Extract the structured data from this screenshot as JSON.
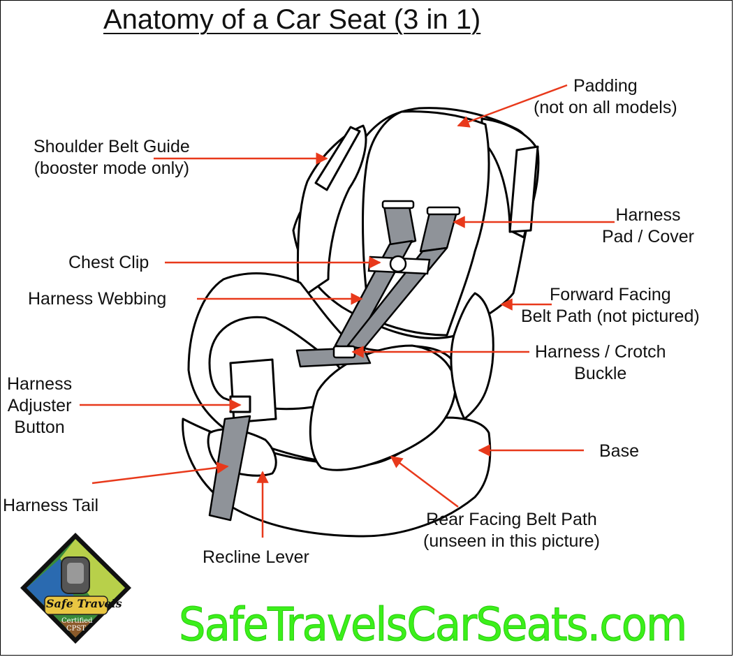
{
  "title": "Anatomy of a Car Seat (3 in 1)",
  "labels": {
    "padding": [
      "Padding",
      "(not on all models)"
    ],
    "shoulder_belt_guide": [
      "Shoulder Belt Guide",
      "(booster mode only)"
    ],
    "harness_pad": [
      "Harness",
      "Pad / Cover"
    ],
    "chest_clip": "Chest Clip",
    "harness_webbing": "Harness Webbing",
    "forward_facing": [
      "Forward Facing",
      "Belt Path (not pictured)"
    ],
    "harness_crotch": [
      "Harness / Crotch",
      "Buckle"
    ],
    "adjuster": [
      "Harness",
      "Adjuster",
      "Button"
    ],
    "base": "Base",
    "harness_tail": "Harness Tail",
    "rear_facing": [
      "Rear Facing Belt Path",
      "(unseen in this picture)"
    ],
    "recline_lever": "Recline Lever"
  },
  "logo": {
    "brand": "Safe Travels",
    "line1": "Certified",
    "line2": "CPST"
  },
  "website": "SafeTravelsCarSeats.com",
  "colors": {
    "arrow": "#e8391b",
    "website": "#3bf01a",
    "strap": "#8f9399"
  }
}
